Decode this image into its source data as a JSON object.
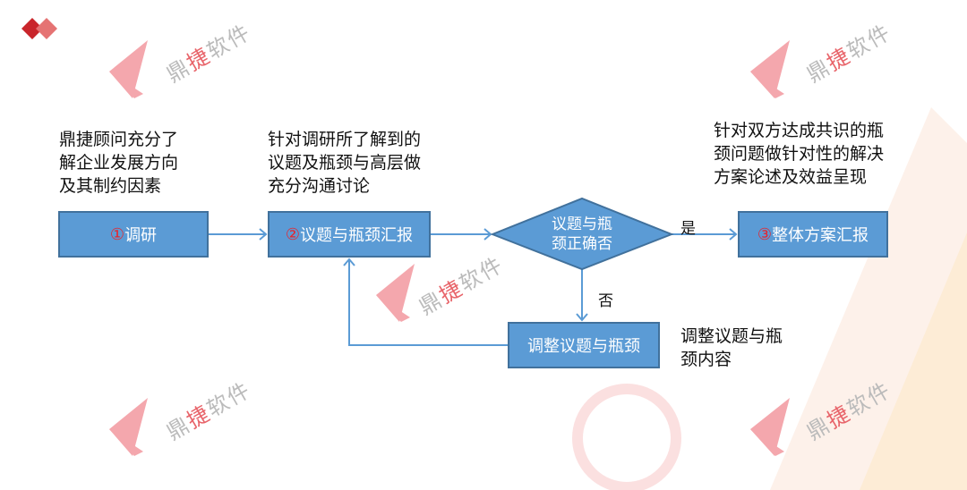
{
  "watermark": {
    "text_a": "鼎",
    "text_b": "捷",
    "text_c": "软件"
  },
  "notes": {
    "research": [
      "鼎捷顾问充分了",
      "解企业发展方向",
      "及其制约因素"
    ],
    "communicate": [
      "针对调研所了解到的",
      "议题及瓶颈与高层做",
      "充分沟通讨论"
    ],
    "solution": [
      "针对双方达成共识的瓶",
      "颈问题做针对性的解决",
      "方案论述及效益呈现"
    ],
    "adjust": [
      "调整议题与瓶",
      "颈内容"
    ]
  },
  "nodes": {
    "step1": {
      "num": "①",
      "label": "调研"
    },
    "step2": {
      "num": "②",
      "label": "议题与瓶颈汇报"
    },
    "decision": [
      "议题与瓶",
      "颈正确否"
    ],
    "step3": {
      "num": "③",
      "label": "整体方案汇报"
    },
    "adjust": {
      "label": "调整议题与瓶颈"
    }
  },
  "edges": {
    "yes": "是",
    "no": "否"
  },
  "colors": {
    "box": "#5b9bd5",
    "line": "#5b9bd5",
    "accent": "#e8242b"
  }
}
